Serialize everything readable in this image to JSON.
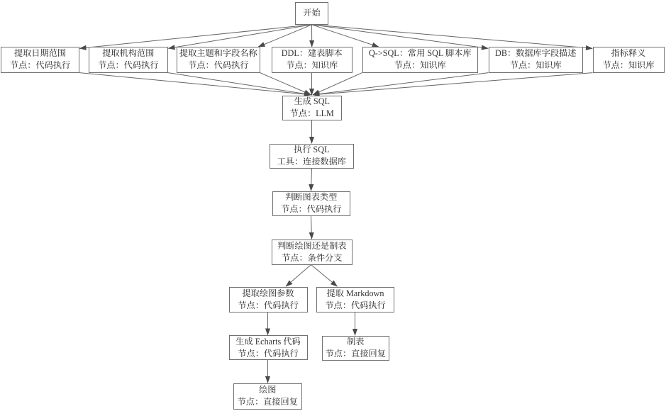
{
  "diagram": {
    "type": "flowchart",
    "colors": {
      "background": "#ffffff",
      "node_fill": "#ffffff",
      "node_border": "#707070",
      "edge": "#666666",
      "arrow": "#4a4a4a",
      "text": "#333333"
    }
  },
  "nodes": {
    "start": {
      "lines": [
        "开始"
      ]
    },
    "extract_date_range": {
      "lines": [
        "提取日期范围",
        "节点：代码执行"
      ]
    },
    "extract_org_range": {
      "lines": [
        "提取机构范围",
        "节点：代码执行"
      ]
    },
    "extract_topic_fields": {
      "lines": [
        "提取主题和字段名称",
        "节点：代码执行"
      ]
    },
    "ddl_scripts": {
      "lines": [
        "DDL：建表脚本",
        "节点：知识库"
      ]
    },
    "qsql_library": {
      "lines": [
        "Q->SQL：常用 SQL 脚本库",
        "节点：知识库"
      ]
    },
    "db_field_desc": {
      "lines": [
        "DB：数据库字段描述",
        "节点：知识库"
      ]
    },
    "metric_definition": {
      "lines": [
        "指标释义",
        "节点：知识库"
      ]
    },
    "generate_sql": {
      "lines": [
        "生成 SQL",
        "节点：LLM"
      ]
    },
    "execute_sql": {
      "lines": [
        "执行 SQL",
        "工具：连接数据库"
      ]
    },
    "judge_chart_type": {
      "lines": [
        "判断图表类型",
        "节点：代码执行"
      ]
    },
    "judge_plot_or_table": {
      "lines": [
        "判断绘图还是制表",
        "节点：条件分支"
      ]
    },
    "extract_plot_params": {
      "lines": [
        "提取绘图参数",
        "节点：代码执行"
      ]
    },
    "extract_markdown": {
      "lines": [
        "提取 Markdown",
        "节点：代码执行"
      ]
    },
    "generate_echarts": {
      "lines": [
        "生成 Echarts 代码",
        "节点：代码执行"
      ]
    },
    "make_table": {
      "lines": [
        "制表",
        "节点：直接回复"
      ]
    },
    "draw_plot": {
      "lines": [
        "绘图",
        "节点：直接回复"
      ]
    }
  },
  "edges": [
    {
      "from": "start",
      "to": "extract_date_range"
    },
    {
      "from": "start",
      "to": "extract_org_range"
    },
    {
      "from": "start",
      "to": "extract_topic_fields"
    },
    {
      "from": "start",
      "to": "ddl_scripts"
    },
    {
      "from": "start",
      "to": "qsql_library"
    },
    {
      "from": "start",
      "to": "db_field_desc"
    },
    {
      "from": "start",
      "to": "metric_definition"
    },
    {
      "from": "extract_date_range",
      "to": "generate_sql"
    },
    {
      "from": "extract_org_range",
      "to": "generate_sql"
    },
    {
      "from": "extract_topic_fields",
      "to": "generate_sql"
    },
    {
      "from": "ddl_scripts",
      "to": "generate_sql"
    },
    {
      "from": "qsql_library",
      "to": "generate_sql"
    },
    {
      "from": "db_field_desc",
      "to": "generate_sql"
    },
    {
      "from": "metric_definition",
      "to": "generate_sql"
    },
    {
      "from": "generate_sql",
      "to": "execute_sql"
    },
    {
      "from": "execute_sql",
      "to": "judge_chart_type"
    },
    {
      "from": "judge_chart_type",
      "to": "judge_plot_or_table"
    },
    {
      "from": "judge_plot_or_table",
      "to": "extract_plot_params"
    },
    {
      "from": "judge_plot_or_table",
      "to": "extract_markdown"
    },
    {
      "from": "extract_plot_params",
      "to": "generate_echarts"
    },
    {
      "from": "extract_markdown",
      "to": "make_table"
    },
    {
      "from": "generate_echarts",
      "to": "draw_plot"
    }
  ]
}
